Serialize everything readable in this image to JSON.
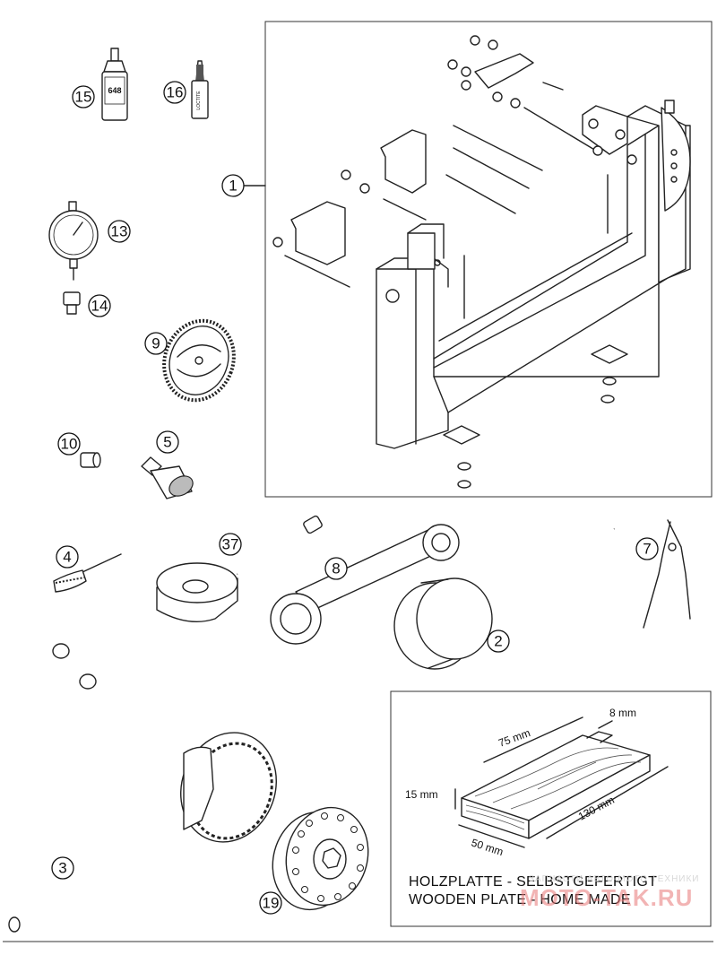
{
  "callouts": [
    {
      "label": "15"
    },
    {
      "label": "16"
    },
    {
      "label": "1"
    },
    {
      "label": "13"
    },
    {
      "label": "14"
    },
    {
      "label": "9"
    },
    {
      "label": "10"
    },
    {
      "label": "5"
    },
    {
      "label": "4"
    },
    {
      "label": "37"
    },
    {
      "label": "8"
    },
    {
      "label": "7"
    },
    {
      "label": "2"
    },
    {
      "label": "3"
    },
    {
      "label": "19"
    }
  ],
  "dimensions": {
    "thickness": "8 mm",
    "length_top": "75 mm",
    "height": "15 mm",
    "length": "130 mm",
    "width": "50 mm"
  },
  "note": {
    "line1": "HOLZPLATTE - SELBSTGEFERTIGT",
    "line2": "WOODEN PLATE - HOME MADE"
  },
  "product_labels": {
    "bottle15": "648",
    "tube16": "LOCTITE"
  },
  "watermark": {
    "small": "ЗАПЧАСТИ АВТО-МОТО ТЕХНИКИ",
    "big": "MOTO-TAK.RU"
  }
}
